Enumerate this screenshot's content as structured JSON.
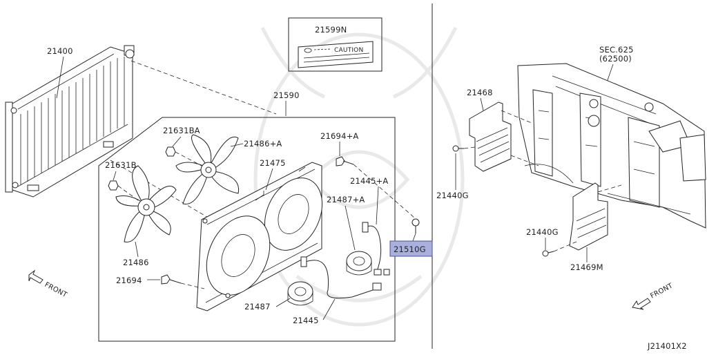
{
  "labels": {
    "radiator": "21400",
    "caution_label": "21599N",
    "caution_text": "CAUTION",
    "fan_assembly": "21590",
    "fan_nut_a": "21631BA",
    "fan_nut": "21631B",
    "fan_a": "21486+A",
    "fan": "21486",
    "bolt_a": "21694+A",
    "bolt": "21694",
    "shroud": "21475",
    "motor_a": "21487+A",
    "motor": "21487",
    "harness_a": "21445+A",
    "harness": "21445",
    "clip": "21510G",
    "section_ref": "SEC.625",
    "section_ref_sub": "(62500)",
    "air_guide_upper": "21468",
    "clip_upper": "21440G",
    "clip_lower": "21440G",
    "air_guide_lower": "21469M",
    "front_left": "FRONT",
    "front_right": "FRONT",
    "diagram_id": "J21401X2"
  },
  "colors": {
    "highlight_fill": "#aab0dd",
    "highlight_stroke": "#4a4f9a",
    "line": "#222222",
    "watermark": "#e9e9e9"
  }
}
